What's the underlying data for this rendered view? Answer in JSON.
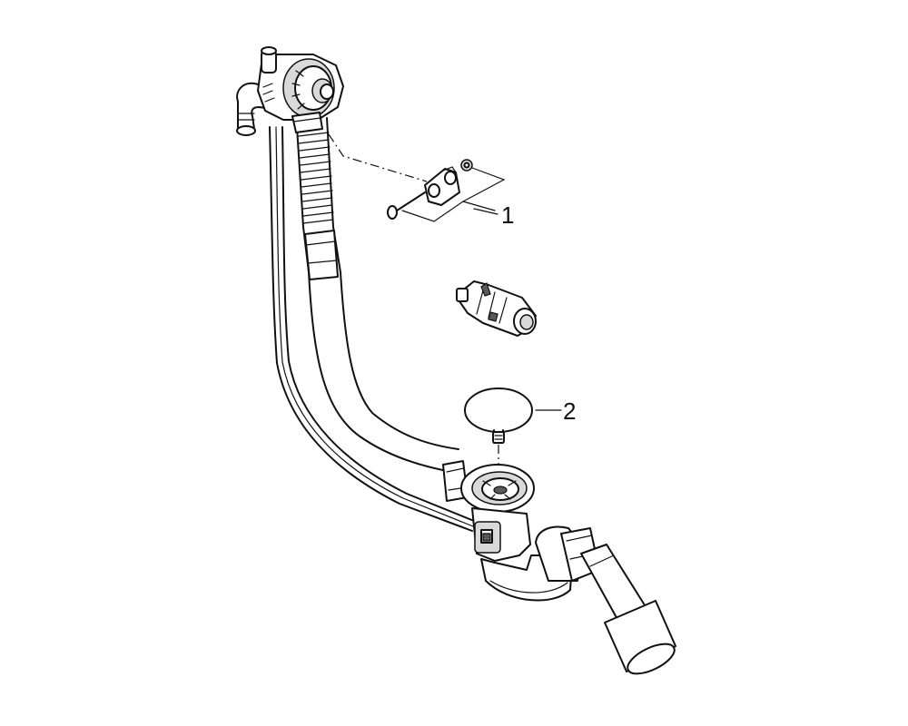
{
  "diagram": {
    "callouts": [
      {
        "id": "1",
        "label": "1"
      },
      {
        "id": "2",
        "label": "2"
      }
    ],
    "colors": {
      "line": "#111111",
      "fill": "#ffffff",
      "shade": "#d9d9d9"
    }
  }
}
